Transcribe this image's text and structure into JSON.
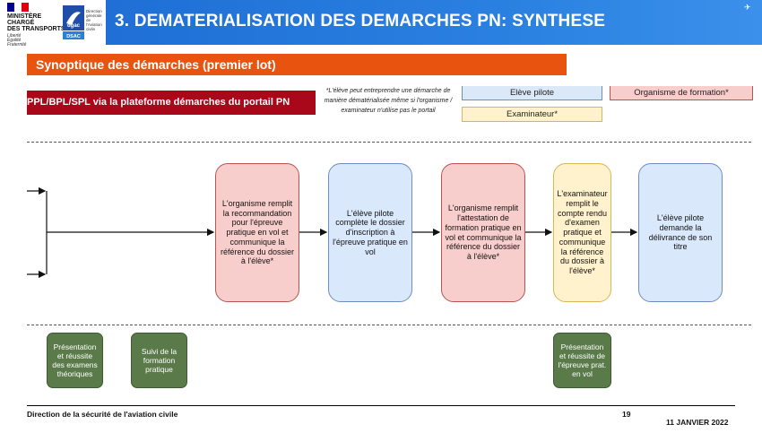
{
  "header": {
    "ministry_lines": [
      "MINISTÈRE",
      "CHARGÉ",
      "DES TRANSPORTS"
    ],
    "motto_lines": [
      "Liberté",
      "Égalité",
      "Fraternité"
    ],
    "dgac_lines": [
      "Direction",
      "générale",
      "de l'Aviation",
      "civile"
    ],
    "dgac_label": "DSAC",
    "slide_title": "3. DEMATERIALISATION DES DEMARCHES PN: SYNTHESE"
  },
  "subtitle": "Synoptique des démarches (premier lot)",
  "process_label": "PPL/BPL/SPL via la plateforme démarches du portail PN",
  "note": "*L'élève peut entreprendre une démarche de manière dématérialisée même si l'organisme / examinateur n'utilise pas le portail",
  "legend": {
    "eleve": "Elève pilote",
    "organisme": "Organisme de formation*",
    "examinateur": "Examinateur*"
  },
  "steps": [
    {
      "text": "L'organisme remplit la recommandation pour l'épreuve pratique en vol et communique la référence du dossier à l'élève*"
    },
    {
      "text": "L'élève pilote complète le dossier d'inscription à l'épreuve pratique en vol"
    },
    {
      "text": "L'organisme remplit l'attestation de formation pratique en vol et communique la référence du dossier à l'élève*"
    },
    {
      "text": "L'examinateur remplit le compte rendu d'examen pratique et communique la référence du dossier à l'élève*"
    },
    {
      "text": "L'élève pilote demande la délivrance de son titre"
    }
  ],
  "milestones": [
    {
      "text": "Présentation et réussite des examens théoriques"
    },
    {
      "text": "Suivi de la formation pratique"
    },
    {
      "text": "Présentation et réussite de l'épreuve prat. en vol"
    }
  ],
  "footer": {
    "left": "Direction de la sécurité de l'aviation civile",
    "page": "19",
    "date": "11 JANVIER 2022"
  },
  "colors": {
    "banner": "#2a80e0",
    "subtitle_bar": "#e8540f",
    "process_bar": "#a8081a",
    "organisme": "#f8cecc",
    "eleve": "#dae8fc",
    "examinateur": "#fff2cc",
    "milestone": "#5a7a4a"
  }
}
